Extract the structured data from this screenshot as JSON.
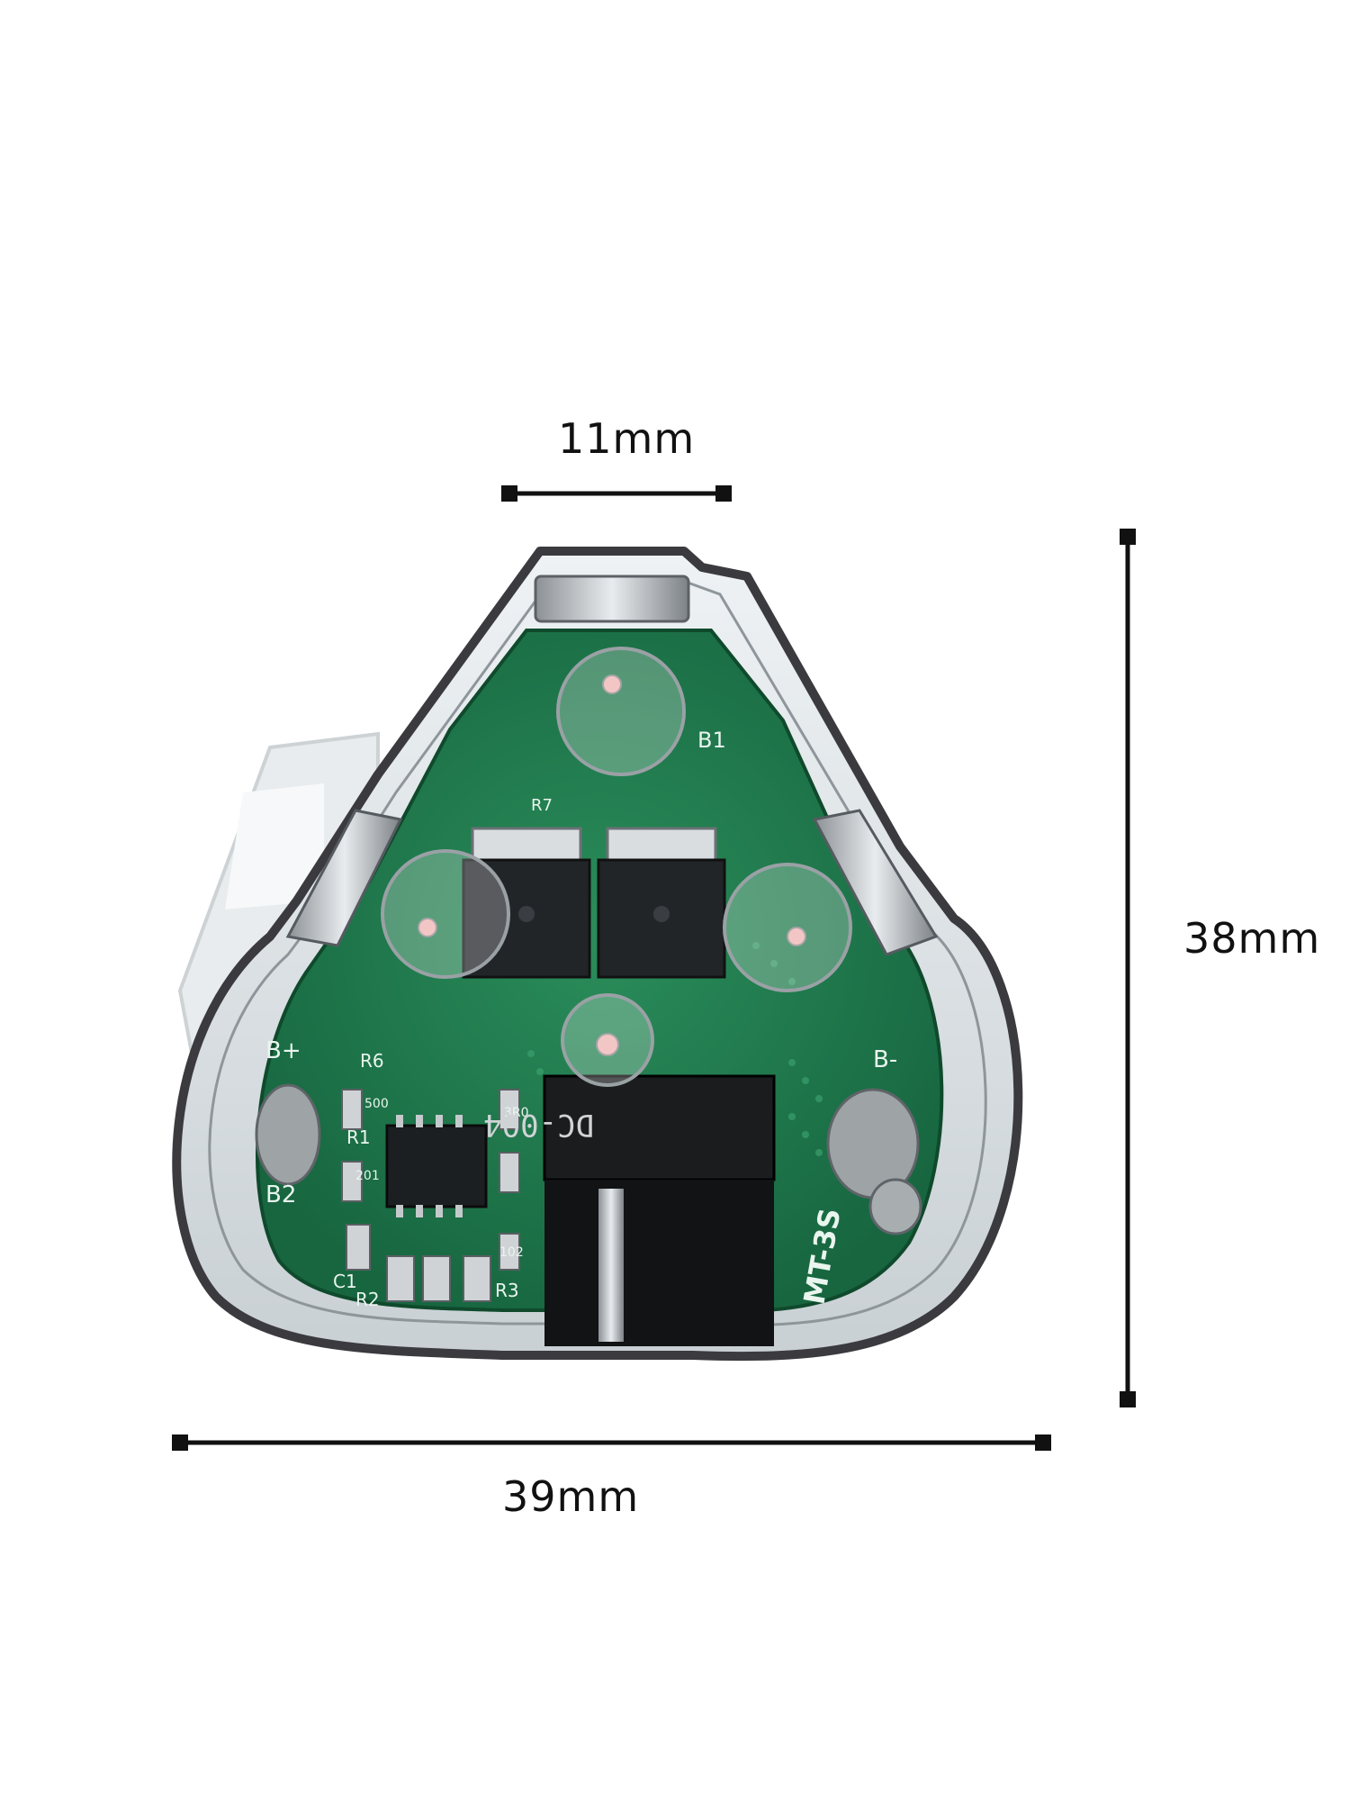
{
  "dimensions": {
    "top": "11mm",
    "right": "38mm",
    "bottom": "39mm"
  },
  "board_labels": {
    "b_plus": "B+",
    "b_minus": "B-",
    "b1": "B1",
    "b2": "B2",
    "r6": "R6",
    "r1": "R1",
    "r2": "R2",
    "r3": "R3",
    "r7": "R7",
    "c1": "C1",
    "connector": "DC-004",
    "model": "MT-3S",
    "resistor_a": "500",
    "resistor_b": "201",
    "resistor_c": "3R0",
    "resistor_d": "102"
  },
  "colors": {
    "pcb": "#1f7a4d",
    "pcb_dark": "#145c38",
    "shell": "#dde3e6",
    "shell_edge": "#3a3a3f",
    "dimension": "#111111"
  }
}
